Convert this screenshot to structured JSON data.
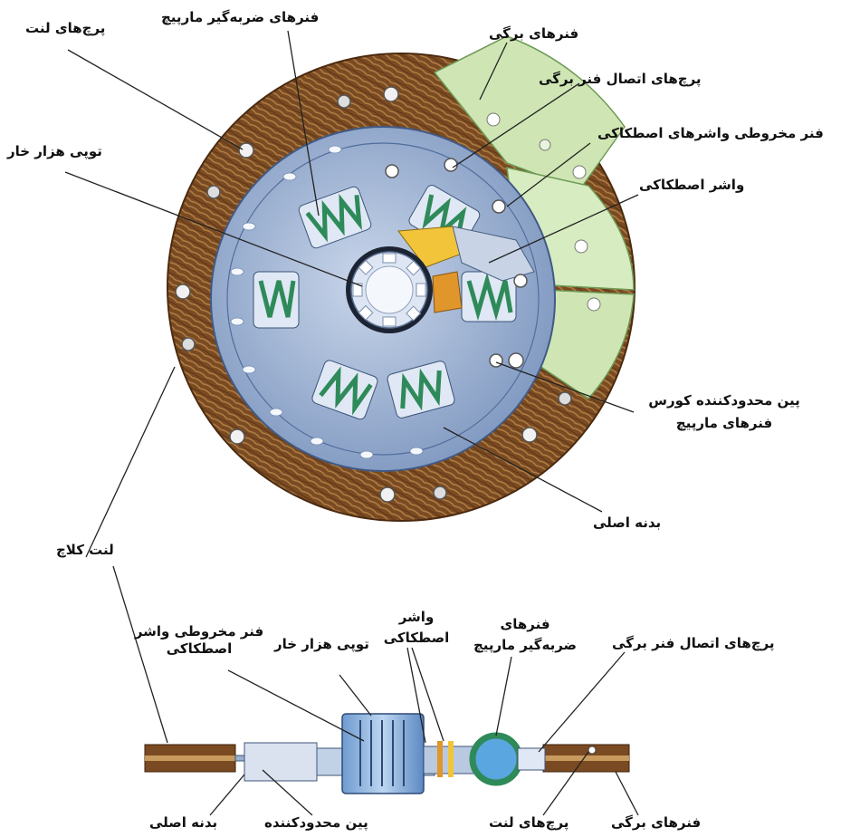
{
  "top_view": {
    "labels": {
      "lining_rivets": "پرچ‌های لنت",
      "damper_springs": "فنرهای ضربه‌گیر مارپیچ",
      "leaf_springs": "فنرهای برگی",
      "leaf_spring_rivets": "پرچ‌های اتصال فنر برگی",
      "friction_washer_cone_spring": "فنر مخروطی واشرهای اصطکاکی",
      "splined_hub": "توپی هزار خار",
      "friction_washer": "واشر اصطکاکی",
      "stop_pin_line1": "پین محدودکننده کورس",
      "stop_pin_line2": "فنرهای مارپیچ",
      "main_body": "بدنه اصلی",
      "clutch_lining": "لنت کلاچ"
    }
  },
  "section_view": {
    "labels": {
      "cone_spring_line1": "فنر مخروطی واشر",
      "cone_spring_line2": "اصطکاکی",
      "splined_hub": "توپی هزار خار",
      "friction_washer_line1": "واشر",
      "friction_washer_line2": "اصطکاکی",
      "damper_springs_line1": "فنرهای",
      "damper_springs_line2": "ضربه‌گیر مارپیچ",
      "leaf_spring_rivets": "پرچ‌های اتصال فنر برگی",
      "main_body": "بدنه اصلی",
      "stop_pin": "پین محدودکننده",
      "lining_rivets": "پرچ‌های لنت",
      "leaf_springs": "فنرهای برگی"
    }
  },
  "colors": {
    "lining": "#7a4a22",
    "lining_fiber": "#a9773e",
    "plate": "#9fb3d2",
    "plate_dark": "#6f88b3",
    "hub": "#dde6f2",
    "spring_green": "#2f8a5a",
    "leaf_green": "#cfe6b4",
    "orange": "#e0962a",
    "yellow": "#f2c43a"
  }
}
